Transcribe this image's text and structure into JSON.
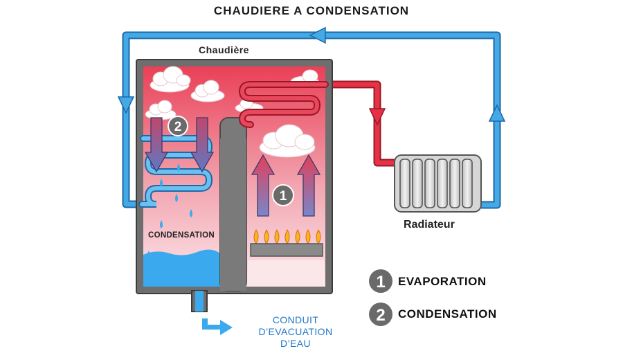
{
  "title": "CHAUDIERE A CONDENSATION",
  "labels": {
    "boiler": "Chaudière",
    "radiator": "Radiateur",
    "condensation_inline": "CONDENSATION",
    "drain": "CONDUIT D’EVACUATION D’EAU"
  },
  "markers": {
    "one": "1",
    "two": "2"
  },
  "legend": [
    {
      "number": "1",
      "label": "EVAPORATION"
    },
    {
      "number": "2",
      "label": "CONDENSATION"
    }
  ],
  "colors": {
    "pipe_blue": "#45a9e6",
    "pipe_red": "#e63246",
    "boiler_frame": "#5b5b5b",
    "water": "#3aa9ee",
    "flame": "#f7b51f"
  }
}
